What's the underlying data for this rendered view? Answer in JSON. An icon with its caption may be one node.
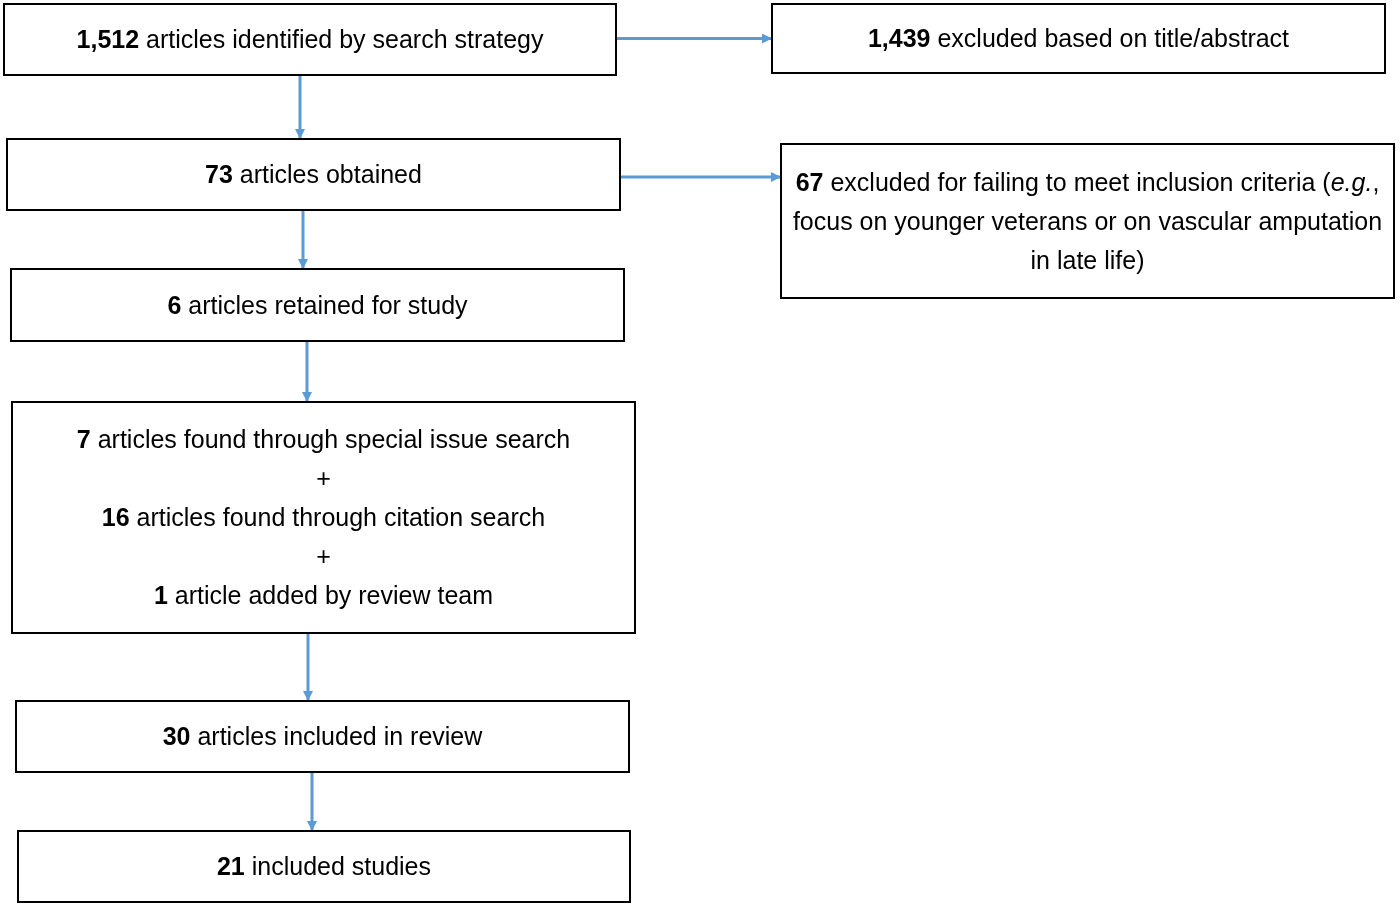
{
  "diagram": {
    "nodes": [
      {
        "text": [
          "**1,512** articles identified by search strategy"
        ]
      },
      {
        "text": [
          "**1,439** excluded based on title/abstract"
        ]
      },
      {
        "text": [
          "**73** articles obtained"
        ]
      },
      {
        "text": [
          "**67** excluded for failing to meet inclusion criteria (*e.g.*, focus on younger veterans or on vascular amputation in late life)"
        ]
      },
      {
        "text": [
          "**6** articles retained for study"
        ]
      },
      {
        "text": [
          "**7** articles found through special issue search",
          "+",
          "**16** articles found through citation search",
          "+",
          "**1** article added by review team"
        ]
      },
      {
        "text": [
          "**30** articles included in review"
        ]
      },
      {
        "text": [
          "**21** included studies"
        ]
      }
    ],
    "edges": [
      {
        "from": 0,
        "to": 1,
        "arrow": "to"
      },
      {
        "from": 0,
        "to": 2,
        "arrow": "to"
      },
      {
        "from": 2,
        "to": 3,
        "arrow": "to"
      },
      {
        "from": 2,
        "to": 4,
        "arrow": "to"
      },
      {
        "from": 4,
        "to": 5,
        "arrow": "to"
      },
      {
        "from": 5,
        "to": 6,
        "arrow": "to"
      },
      {
        "from": 6,
        "to": 7,
        "arrow": "to"
      }
    ]
  }
}
